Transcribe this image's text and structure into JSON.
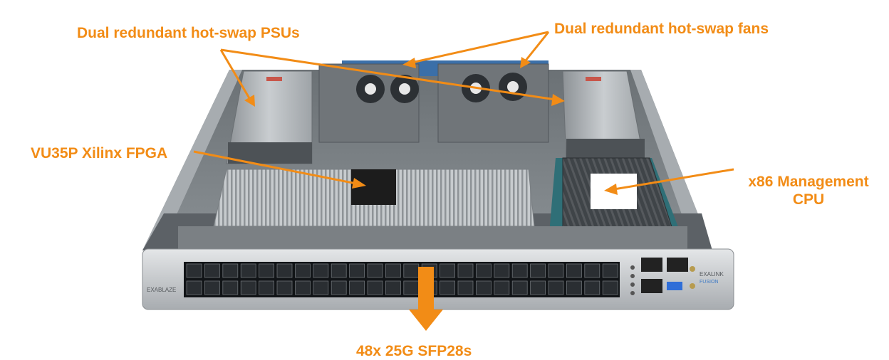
{
  "accent_color": "#F28C16",
  "labels": {
    "psu": "Dual redundant hot-swap PSUs",
    "fans": "Dual redundant hot-swap fans",
    "fpga": "VU35P Xilinx FPGA",
    "cpu_line1": "x86 Management",
    "cpu_line2": "CPU",
    "sfp": "48x 25G SFP28s"
  },
  "branding": {
    "left_logo": "EXABLAZE",
    "right_logo_line1": "EXALINK",
    "right_logo_line2": "FUSION"
  }
}
